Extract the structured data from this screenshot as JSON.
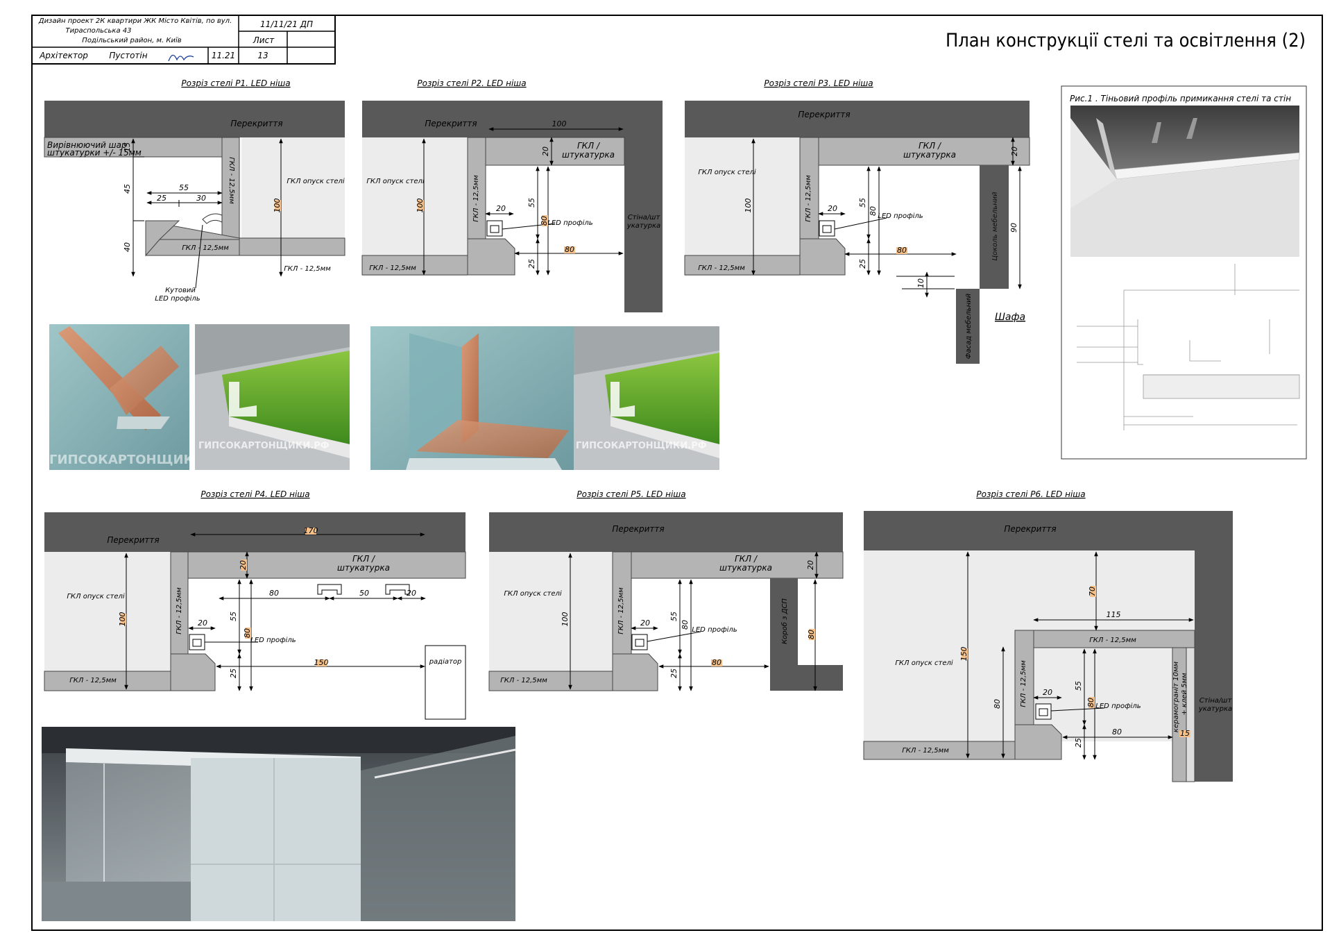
{
  "titleblock": {
    "project": "Дизайн проект 2К квартири ЖК Місто Квітів, по вул. Тираспольська 43",
    "project_line1": "Дизайн проект 2К квартири ЖК Місто Квітів, по вул.",
    "project_line2": "Тираспольська 43",
    "district": "Подільський район, м. Київ",
    "code": "11/11/21 ДП",
    "sheet_label": "Лист",
    "role": "Архітектор",
    "name": "Пустотін",
    "date": "11.21",
    "sheet_no": "13"
  },
  "sheet_title": "План конструкції стелі та освітлення (2)",
  "figure1": {
    "caption": "Рис.1 . Тіньовий профіль примикання стелі та стін"
  },
  "sections": {
    "p1": {
      "title": "Розріз стелі Р1. LED ніша",
      "slab": "Перекриття",
      "leveling": "Вирівнюючий шар штукатурки +/- 15мм",
      "leveling_l1": "Вирівнюючий шар",
      "leveling_l2": "штукатурки +/- 15мм",
      "gkl_v": "ГКЛ - 12,5мм",
      "drop": "ГКЛ опуск стелі",
      "gkl_b": "ГКЛ - 12,5мм",
      "gkl_b2": "ГКЛ - 12,5мм",
      "led": "Кутовий LED профіль",
      "led_l1": "Кутовий",
      "led_l2": "LED профіль",
      "dims": {
        "d15": "15",
        "d45": "45",
        "d40": "40",
        "d55": "55",
        "d25": "25",
        "d30": "30",
        "d100": "100"
      }
    },
    "p2": {
      "title": "Розріз стелі Р2. LED ніша",
      "slab": "Перекриття",
      "drop": "ГКЛ опуск стелі",
      "gkl_top": "ГКЛ / штукатурка",
      "gkl_top_l1": "ГКЛ /",
      "gkl_top_l2": "штукатурка",
      "gkl_v": "ГКЛ - 12,5мм",
      "gkl_b": "ГКЛ - 12,5мм",
      "led": "LED профіль",
      "wall": "Стіна/шт укатурка",
      "wall_l1": "Стіна/шт",
      "wall_l2": "укатурка",
      "dims": {
        "d100h": "100",
        "d20": "20",
        "d100v": "100",
        "d20b": "20",
        "d55": "55",
        "d80": "80",
        "d25": "25",
        "d80h": "80"
      }
    },
    "p3": {
      "title": "Розріз стелі Р3. LED ніша",
      "slab": "Перекриття",
      "drop": "ГКЛ опуск стелі",
      "gkl_top": "ГКЛ / штукатурка",
      "gkl_top_l1": "ГКЛ /",
      "gkl_top_l2": "штукатурка",
      "gkl_v": "ГКЛ - 12,5мм",
      "gkl_b": "ГКЛ - 12,5мм",
      "led": "LED профіль",
      "plinth": "Цоколь мебельний",
      "facade": "Фасад мебельний",
      "wardrobe": "Шафа",
      "dims": {
        "d20r": "20",
        "d100": "100",
        "d20": "20",
        "d55": "55",
        "d80": "80",
        "d25": "25",
        "d80h": "80",
        "d90": "90",
        "d10": "10"
      }
    },
    "p4": {
      "title": "Розріз стелі Р4. LED ніша",
      "slab": "Перекриття",
      "drop": "ГКЛ опуск стелі",
      "gkl_top": "ГКЛ / штукатурка",
      "gkl_top_l1": "ГКЛ /",
      "gkl_top_l2": "штукатурка",
      "gkl_v": "ГКЛ - 12,5мм",
      "gkl_b": "ГКЛ - 12,5мм",
      "led": "LED профіль",
      "radiator": "радіатор",
      "dims": {
        "d170": "170",
        "d20t": "20",
        "d80": "80",
        "d50": "50",
        "d20r": "20",
        "d100": "100",
        "d20": "20",
        "d55": "55",
        "d80v": "80",
        "d25": "25",
        "d150": "150"
      }
    },
    "p5": {
      "title": "Розріз стелі Р5. LED ніша",
      "slab": "Перекриття",
      "drop": "ГКЛ опуск стелі",
      "gkl_top": "ГКЛ / штукатурка",
      "gkl_top_l1": "ГКЛ /",
      "gkl_top_l2": "штукатурка",
      "gkl_v": "ГКЛ - 12,5мм",
      "gkl_b": "ГКЛ - 12,5мм",
      "led": "LED профіль",
      "box": "Короб з ДСП",
      "dims": {
        "d20r": "20",
        "d100": "100",
        "d20": "20",
        "d55": "55",
        "d80": "80",
        "d25": "25",
        "d80h": "80",
        "d80box": "80"
      }
    },
    "p6": {
      "title": "Розріз стелі Р6. LED ніша",
      "slab": "Перекриття",
      "drop": "ГКЛ опуск стелі",
      "gkl_top": "ГКЛ - 12,5мм",
      "gkl_v": "ГКЛ - 12,5мм",
      "gkl_b": "ГКЛ - 12,5мм",
      "led": "LED профіль",
      "ceramic": "керамограніт 10мм + клей 5мм",
      "ceramic_l1": "керамограніт 10мм",
      "ceramic_l2": "+ клей 5мм",
      "wall": "Стіна/шт укатурка",
      "wall_l1": "Стіна/шт",
      "wall_l2": "укатурка",
      "dims": {
        "d70": "70",
        "d115": "115",
        "d150": "150",
        "d80v": "80",
        "d20": "20",
        "d55": "55",
        "d80": "80",
        "d25": "25",
        "d80h": "80",
        "d15": "15"
      }
    }
  },
  "watermarks": {
    "w1": "ГИПСОКАРТОНЩИКИ",
    "w2": "ГИПСОКАРТОНЩИКИ.РФ",
    "w3": "ГИПСОКАРТОНЩИКИ.РФ"
  },
  "colors": {
    "slab": "#595959",
    "gkl": "#b4b4b4",
    "room": "#ececec",
    "dim_highlight": "#f5c089",
    "niche_green": "#5aa02c"
  }
}
